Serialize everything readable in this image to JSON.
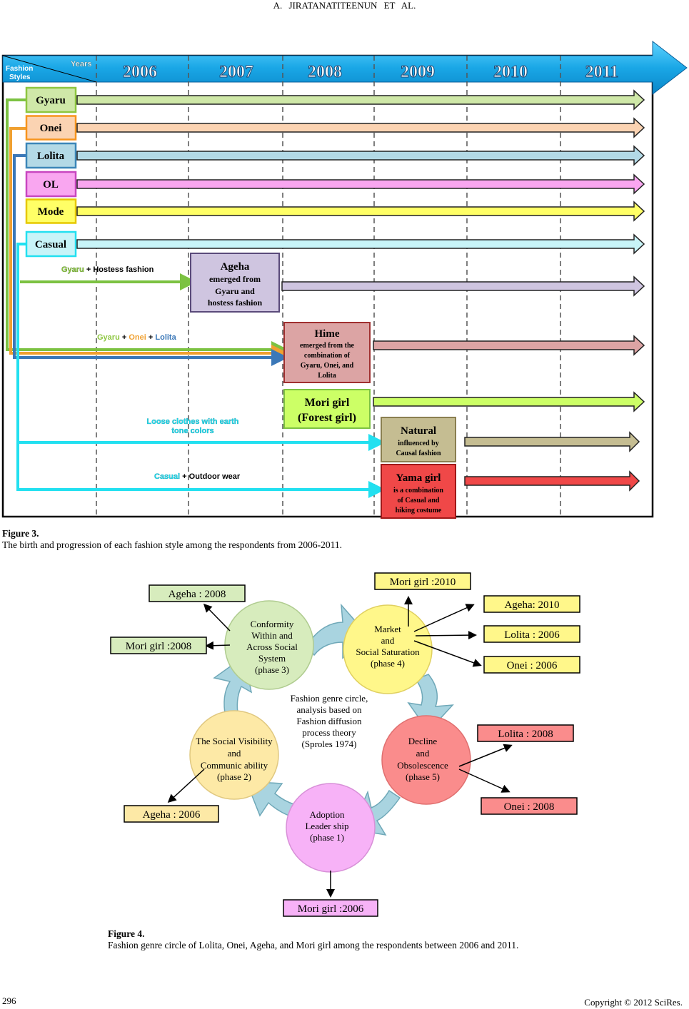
{
  "header": {
    "running_head": "A. JIRATANATITEENUN   ET   AL."
  },
  "figure3": {
    "corner_years": "Years",
    "corner_styles": "Fashion Styles",
    "years": [
      "2006",
      "2007",
      "2008",
      "2009",
      "2010",
      "2011"
    ],
    "styles": [
      {
        "name": "Gyaru",
        "color": "#cfe8a8",
        "border": "#8dc63f"
      },
      {
        "name": "Onei",
        "color": "#fbd3b2",
        "border": "#f7941d"
      },
      {
        "name": "Lolita",
        "color": "#b3d9e6",
        "border": "#3b86b8"
      },
      {
        "name": "OL",
        "color": "#f9a6f0",
        "border": "#c846c0"
      },
      {
        "name": "Mode",
        "color": "#ffff66",
        "border": "#e6c800"
      },
      {
        "name": "Casual",
        "color": "#c8f4f8",
        "border": "#22e0f0"
      }
    ],
    "ageha": {
      "title": "Ageha",
      "desc": [
        "emerged from",
        "Gyaru and",
        "hostess fashion"
      ]
    },
    "ageha_label": {
      "a": "Gyaru",
      "plus": "+",
      "b": "Hostess fashion"
    },
    "hime": {
      "title": "Hime",
      "desc": [
        "emerged from the",
        "combination of",
        "Gyaru, Onei, and",
        "Lolita"
      ]
    },
    "hime_label": {
      "a": "Gyaru",
      "plus1": "+",
      "b": "Onei",
      "plus2": "+",
      "c": "Lolita"
    },
    "mori": {
      "line1": "Mori girl",
      "line2": "(Forest girl)"
    },
    "natural": {
      "title": "Natural",
      "desc": [
        "influenced by",
        "Causal fashion"
      ]
    },
    "natural_label": [
      "Loose clothes with earth",
      "tone colors"
    ],
    "yama": {
      "title": "Yama girl",
      "desc": [
        "is a combination",
        "of Casual and",
        "hiking costume"
      ]
    },
    "yama_label": {
      "a": "Casual",
      "plus": "+",
      "b": "Outdoor wear"
    },
    "caption_title": "Figure 3.",
    "caption_text": "The birth and progression of each fashion style among the respondents from 2006-2011."
  },
  "figure4": {
    "center": [
      "Fashion genre circle,",
      "analysis based on",
      "Fashion diffusion",
      "process theory",
      "(Sproles 1974)"
    ],
    "phase3": [
      "Conformity",
      "Within and",
      "Across Social",
      "System",
      "(phase 3)"
    ],
    "phase4": [
      "Market",
      "and",
      "Social Saturation",
      "(phase 4)"
    ],
    "phase5": [
      "Decline",
      "and",
      "Obsolescence",
      "(phase 5)"
    ],
    "phase1": [
      "Adoption",
      "Leader ship",
      "(phase 1)"
    ],
    "phase2": [
      "The Social Visibility",
      "and",
      "Communic ability",
      "(phase 2)"
    ],
    "labels": {
      "ageha_2008": "Ageha : 2008",
      "mori_2008": "Mori girl :2008",
      "mori_2010": "Mori girl :2010",
      "ageha_2010": "Ageha: 2010",
      "lolita_2006": "Lolita : 2006",
      "onei_2006": "Onei : 2006",
      "lolita_2008": "Lolita : 2008",
      "onei_2008": "Onei : 2008",
      "ageha_2006": "Ageha : 2006",
      "mori_2006": "Mori girl :2006"
    },
    "caption_title": "Figure 4.",
    "caption_text": "Fashion genre circle of Lolita, Onei, Ageha, and Mori girl among the respondents between 2006 and 2011."
  },
  "footer": {
    "page_number": "296",
    "copyright": "Copyright © 2012 SciRes."
  }
}
